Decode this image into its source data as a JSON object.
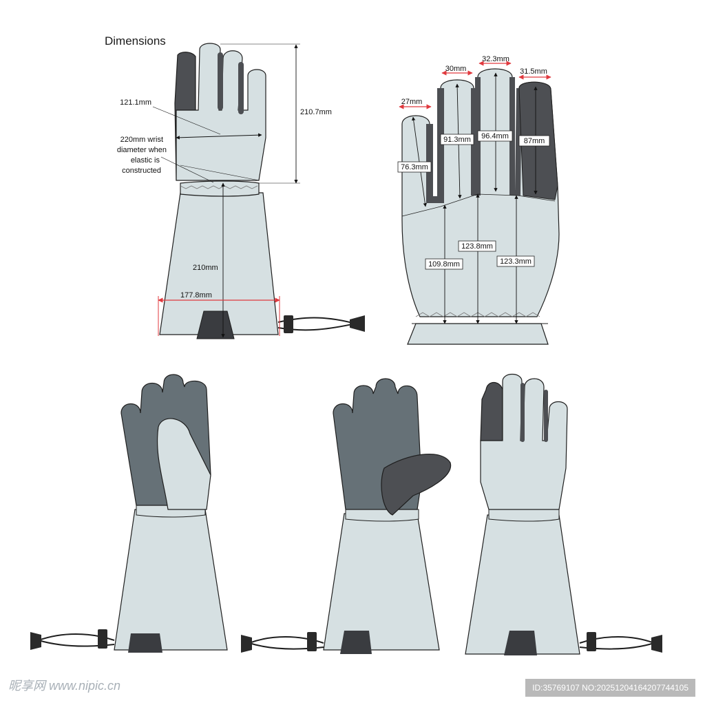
{
  "title": "Dimensions",
  "colors": {
    "shell": "#d6e0e2",
    "dark": "#4d4f53",
    "palm_mid": "#667177",
    "outline": "#1e1e1e",
    "dim_red": "#e0393e"
  },
  "back_view_labels": {
    "palm_width": "121.1mm",
    "wrist_note_1": "220mm wrist",
    "wrist_note_2": "diameter when",
    "wrist_note_3": "elastic is",
    "wrist_note_4": "constructed",
    "hand_length": "210.7mm",
    "cuff_length": "210mm",
    "cuff_width": "177.8mm"
  },
  "palm_view_labels": {
    "thumb_width": "27mm",
    "index_width": "30mm",
    "middle_width": "32.3mm",
    "ring_width": "31.5mm",
    "thumb_length": "76.3mm",
    "index_length": "91.3mm",
    "middle_length": "96.4mm",
    "ring_length": "87mm",
    "palm_middle": "123.8mm",
    "palm_left": "109.8mm",
    "palm_right": "123.3mm"
  },
  "watermark": {
    "left": "昵享网 www.nipic.cn",
    "right": "ID:35769107 NO:20251204164207744105"
  }
}
